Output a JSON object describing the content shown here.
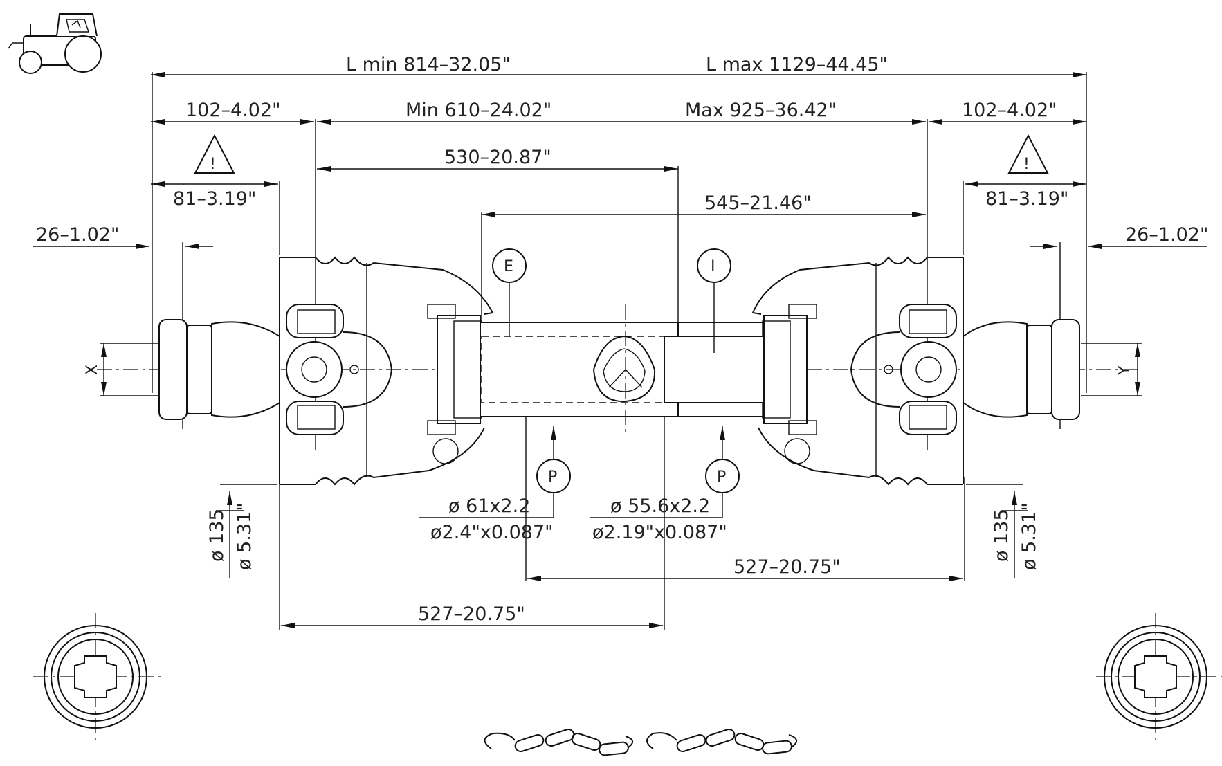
{
  "dimensions": {
    "l_min": "L min 814–32.05\"",
    "l_max": "L max 1129–44.45\"",
    "yoke_left": "102–4.02\"",
    "yoke_right": "102–4.02\"",
    "min_closed": "Min 610–24.02\"",
    "max_extended": "Max 925–36.42\"",
    "outer_tube": "530–20.87\"",
    "inner_tube": "545–21.46\"",
    "guard_left": "81–3.19\"",
    "guard_right": "81–3.19\"",
    "cross_left": "26–1.02\"",
    "cross_right": "26–1.02\"",
    "guard_dia_left_mm": "ø 135",
    "guard_dia_left_in": "ø 5.31\"",
    "guard_dia_right_mm": "ø 135",
    "guard_dia_right_in": "ø 5.31\"",
    "tube_outer_mm": "ø  61x2.2",
    "tube_outer_in": "ø2.4\"x0.087\"",
    "tube_inner_mm": "ø  55.6x2.2",
    "tube_inner_in": "ø2.19\"x0.087\"",
    "guard_tube_right": "527–20.75\"",
    "guard_tube_left": "527–20.75\""
  },
  "callouts": {
    "outer": "E",
    "inner": "I",
    "profile_left": "P",
    "profile_right": "P",
    "end_left": "X",
    "end_right": "Y"
  },
  "warnings": {
    "left": "!",
    "right": "!"
  },
  "icons": {
    "tractor": "tractor-icon",
    "chain_left": "safety-chain-icon",
    "chain_right": "safety-chain-icon"
  }
}
